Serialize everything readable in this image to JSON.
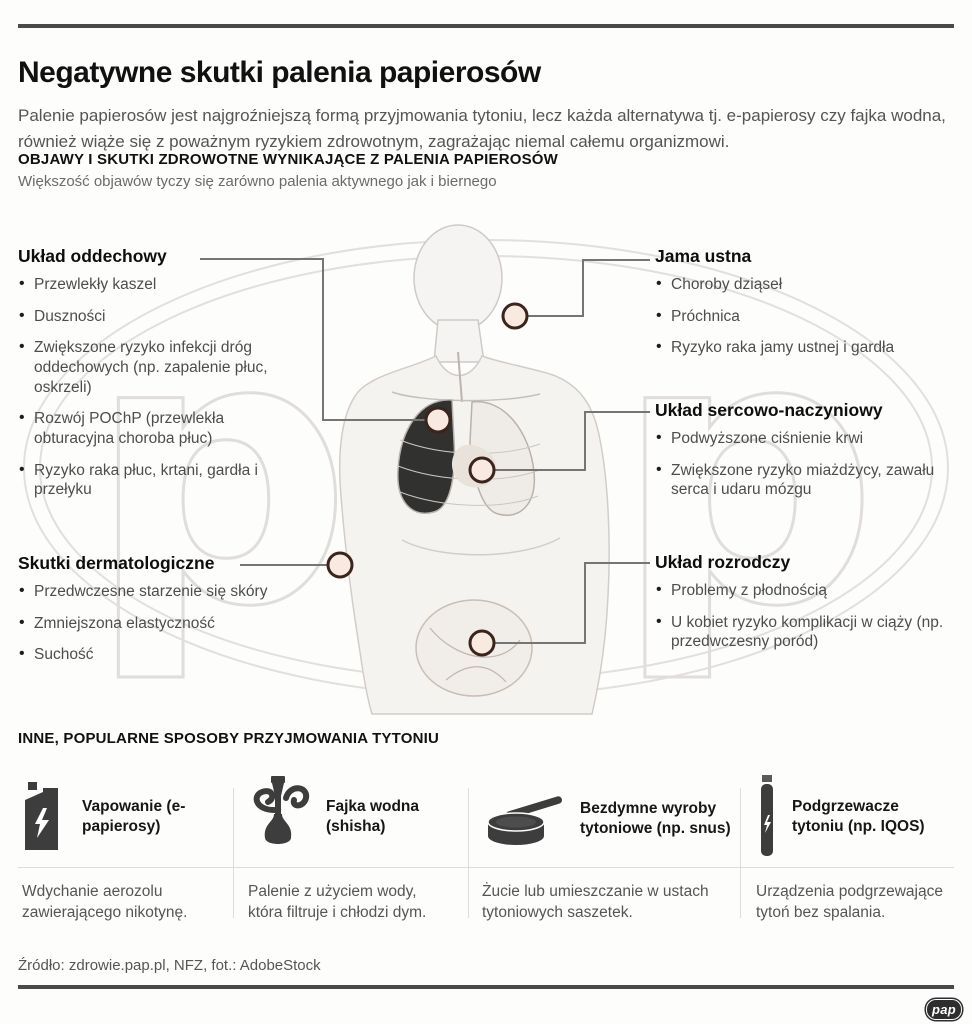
{
  "page": {
    "title": "Negatywne skutki palenia papierosów",
    "intro": "Palenie papierosów jest najgroźniejszą formą przyjmowania tytoniu, lecz każda alternatywa tj. e-papierosy czy fajka wodna, również wiąże się z poważnym ryzykiem zdrowotnym, zagrażając niemal całemu organizmowi."
  },
  "symptoms_section": {
    "heading": "OBJAWY I SKUTKI ZDROWOTNE WYNIKAJĄCE Z PALENIA PAPIEROSÓW",
    "subheading": "Większość objawów tyczy się zarówno palenia aktywnego jak i biernego",
    "groups": {
      "respiratory": {
        "title": "Układ oddechowy",
        "items": [
          "Przewlekły kaszel",
          "Duszności",
          "Zwiększone ryzyko infekcji dróg oddechowych (np. zapalenie płuc, oskrzeli)",
          "Rozwój POChP (przewlekła obturacyjna choroba płuc)",
          "Ryzyko raka płuc, krtani, gardła i przełyku"
        ]
      },
      "dermatological": {
        "title": "Skutki dermatologiczne",
        "items": [
          "Przedwczesne starzenie się skóry",
          "Zmniejszona elastyczność",
          "Suchość"
        ]
      },
      "oral": {
        "title": "Jama ustna",
        "items": [
          "Choroby dziąseł",
          "Próchnica",
          "Ryzyko raka jamy ustnej i gardła"
        ]
      },
      "cardiovascular": {
        "title": "Układ sercowo-naczyniowy",
        "items": [
          "Podwyższone ciśnienie krwi",
          "Zwiększone ryzyko miażdżycy, zawału serca i udaru mózgu"
        ]
      },
      "reproductive": {
        "title": "Układ rozrodczy",
        "items": [
          "Problemy z płodnością",
          "U kobiet ryzyko komplikacji w ciąży (np. przedwczesny poród)"
        ]
      }
    }
  },
  "methods_section": {
    "heading": "INNE, POPULARNE SPOSOBY PRZYJMOWANIA TYTONIU",
    "items": [
      {
        "icon": "vape-icon",
        "label": "Vapowanie (e-papierosy)",
        "description": "Wdychanie aerozolu zawierającego nikotynę."
      },
      {
        "icon": "hookah-icon",
        "label": "Fajka wodna (shisha)",
        "description": "Palenie z użyciem wody, która filtruje i chłodzi dym."
      },
      {
        "icon": "snus-tin-icon",
        "label": "Bezdymne wyroby tytoniowe (np. snus)",
        "description": "Żucie lub umieszczanie w ustach tytoniowych saszetek."
      },
      {
        "icon": "iqos-icon",
        "label": "Podgrzewacze tytoniu (np. IQOS)",
        "description": "Urządzenia podgrzewające tytoń bez spalania."
      }
    ]
  },
  "footer": {
    "source": "Źródło: zdrowie.pap.pl, NFZ, fot.: AdobeStock",
    "logo_text": "pap"
  },
  "colors": {
    "marker_fill": "#f8e9e1",
    "marker_stroke": "#3a241c",
    "connector": "#757575",
    "icon": "#3d3d3d",
    "rule": "#4a4a4a",
    "watermark": "#e2dfdc"
  }
}
